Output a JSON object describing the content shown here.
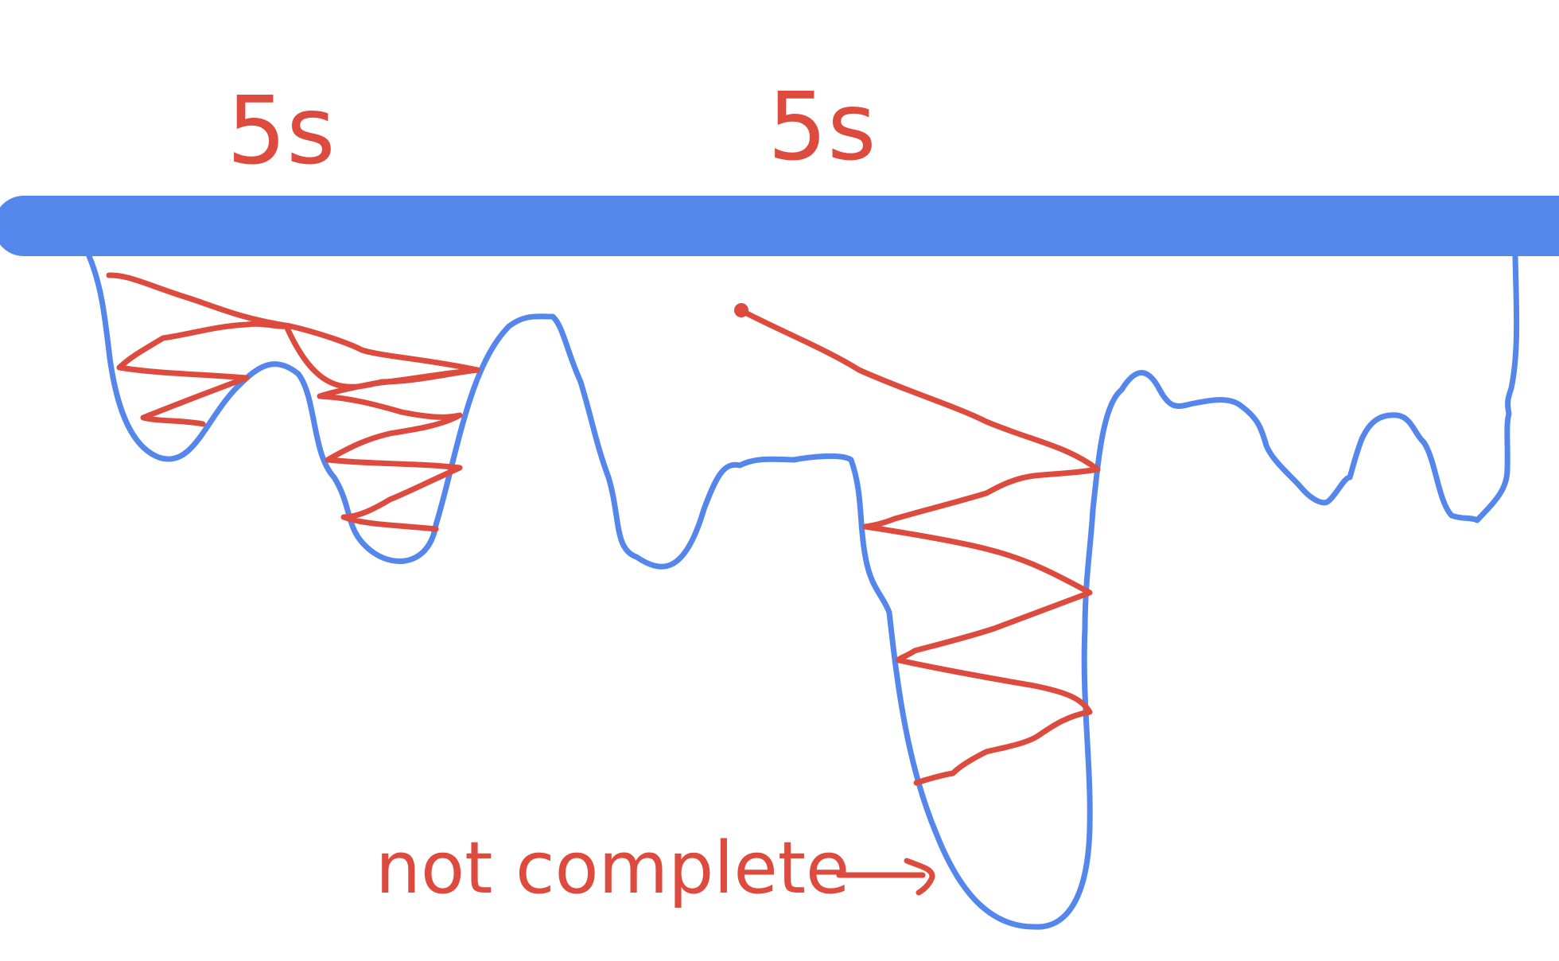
{
  "labels": {
    "left_duration": "5s",
    "right_duration": "5s",
    "annotation": "not complete"
  },
  "colors": {
    "bar": "#5486eb",
    "outline": "#5486eb",
    "stroke": "#dd4b3e",
    "background": "#ffffff"
  }
}
